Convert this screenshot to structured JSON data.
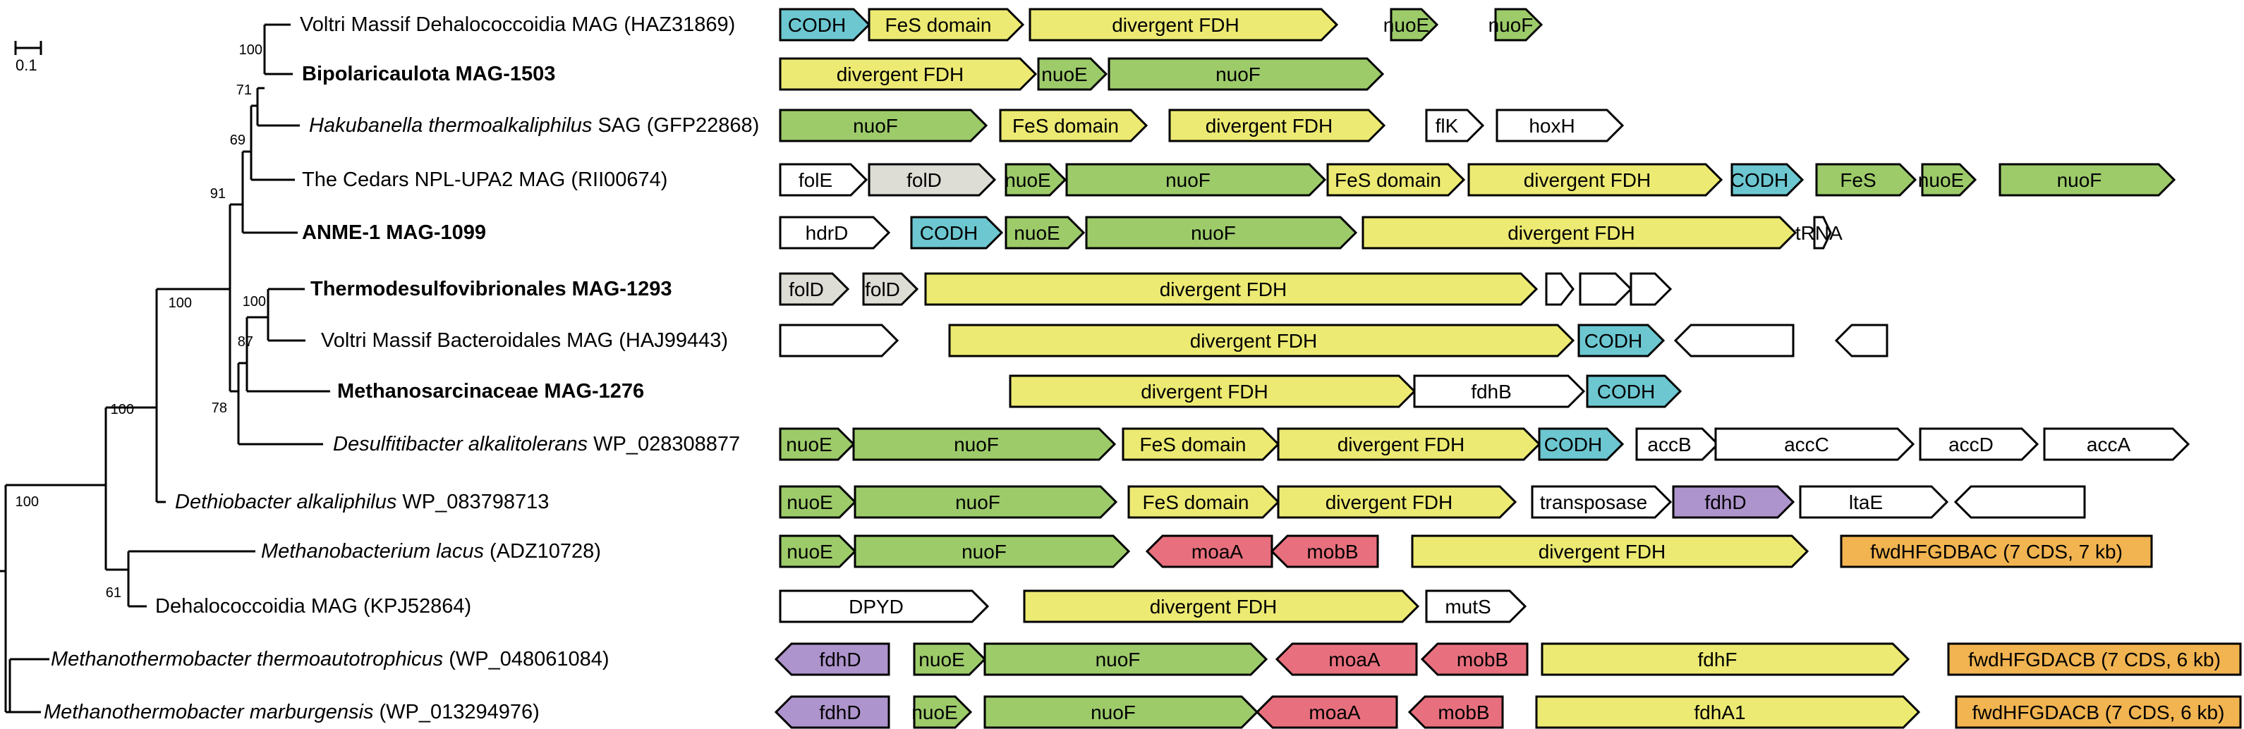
{
  "colors": {
    "CODH": "#6cc7d1",
    "fes": "#ecea72",
    "fdh": "#ecea72",
    "nuo": "#9dcb6a",
    "fol": "#dddcd5",
    "moa": "#e8707e",
    "fdhD": "#ae94cc",
    "fwd": "#f1b451",
    "none": "#ffffff"
  },
  "scale_bar": {
    "label": "0.1"
  },
  "taxa": [
    {
      "parts": [
        {
          "t": "Voltri Massif Dehalococcoidia MAG (HAZ31869)",
          "s": "n"
        }
      ]
    },
    {
      "parts": [
        {
          "t": "Bipolaricaulota MAG-1503",
          "s": "b"
        }
      ]
    },
    {
      "parts": [
        {
          "t": "Hakubanella thermoalkaliphilus",
          "s": "i"
        },
        {
          "t": " SAG (GFP22868)",
          "s": "n"
        }
      ]
    },
    {
      "parts": [
        {
          "t": "The Cedars NPL-UPA2 MAG (RII00674)",
          "s": "n"
        }
      ]
    },
    {
      "parts": [
        {
          "t": "ANME-1 MAG-1099",
          "s": "b"
        }
      ]
    },
    {
      "parts": [
        {
          "t": "Thermodesulfovibrionales MAG-1293",
          "s": "b"
        }
      ]
    },
    {
      "parts": [
        {
          "t": "Voltri Massif Bacteroidales MAG (HAJ99443)",
          "s": "n"
        }
      ]
    },
    {
      "parts": [
        {
          "t": "Methanosarcinaceae MAG-1276",
          "s": "b"
        }
      ]
    },
    {
      "parts": [
        {
          "t": "Desulfitibacter alkalitolerans",
          "s": "i"
        },
        {
          "t": " WP_028308877",
          "s": "n"
        }
      ]
    },
    {
      "parts": [
        {
          "t": "Dethiobacter alkaliphilus",
          "s": "i"
        },
        {
          "t": " WP_083798713",
          "s": "n"
        }
      ]
    },
    {
      "parts": [
        {
          "t": "Methanobacterium lacus",
          "s": "i"
        },
        {
          "t": " (ADZ10728)",
          "s": "n"
        }
      ]
    },
    {
      "parts": [
        {
          "t": "Dehalococcoidia MAG (KPJ52864)",
          "s": "n"
        }
      ]
    },
    {
      "parts": [
        {
          "t": "Methanothermobacter thermoautotrophicus",
          "s": "i"
        },
        {
          "t": " (WP_048061084)",
          "s": "n"
        }
      ]
    },
    {
      "parts": [
        {
          "t": "Methanothermobacter marburgensis",
          "s": "i"
        },
        {
          "t": " (WP_013294976)",
          "s": "n"
        }
      ]
    }
  ],
  "bootstrap": [
    "100",
    "71",
    "69",
    "91",
    "100",
    "87",
    "78",
    "100",
    "100",
    "61",
    "100"
  ],
  "gene_rows": [
    [
      {
        "l": "CODH",
        "c": "CODH"
      },
      {
        "l": "FeS domain",
        "c": "fes"
      },
      {
        "l": "divergent FDH",
        "c": "fdh"
      },
      {
        "l": "nuoE",
        "c": "nuo"
      },
      {
        "l": "nuoF",
        "c": "nuo"
      }
    ],
    [
      {
        "l": "divergent FDH",
        "c": "fdh"
      },
      {
        "l": "nuoE",
        "c": "nuo"
      },
      {
        "l": "nuoF",
        "c": "nuo"
      }
    ],
    [
      {
        "l": "nuoF",
        "c": "nuo"
      },
      {
        "l": "FeS domain",
        "c": "fes"
      },
      {
        "l": "divergent FDH",
        "c": "fdh"
      },
      {
        "l": "flK",
        "c": "none"
      },
      {
        "l": "hoxH",
        "c": "none"
      }
    ],
    [
      {
        "l": "folE",
        "c": "none"
      },
      {
        "l": "folD",
        "c": "fol"
      },
      {
        "l": "nuoE",
        "c": "nuo"
      },
      {
        "l": "nuoF",
        "c": "nuo"
      },
      {
        "l": "FeS domain",
        "c": "fes"
      },
      {
        "l": "divergent FDH",
        "c": "fdh"
      },
      {
        "l": "CODH",
        "c": "CODH"
      },
      {
        "l": "FeS",
        "c": "nuo"
      },
      {
        "l": "nuoE",
        "c": "nuo"
      },
      {
        "l": "nuoF",
        "c": "nuo"
      }
    ],
    [
      {
        "l": "hdrD",
        "c": "none"
      },
      {
        "l": "CODH",
        "c": "CODH"
      },
      {
        "l": "nuoE",
        "c": "nuo"
      },
      {
        "l": "nuoF",
        "c": "nuo"
      },
      {
        "l": "divergent FDH",
        "c": "fdh"
      },
      {
        "l": "tRNA",
        "c": "none"
      }
    ],
    [
      {
        "l": "folD",
        "c": "fol"
      },
      {
        "l": "folD",
        "c": "fol"
      },
      {
        "l": "divergent FDH",
        "c": "fdh"
      },
      {
        "l": "",
        "c": "none"
      },
      {
        "l": "",
        "c": "none"
      },
      {
        "l": "",
        "c": "none"
      }
    ],
    [
      {
        "l": "",
        "c": "none"
      },
      {
        "l": "divergent FDH",
        "c": "fdh"
      },
      {
        "l": "CODH",
        "c": "CODH"
      },
      {
        "l": "",
        "c": "none"
      },
      {
        "l": "",
        "c": "none"
      }
    ],
    [
      {
        "l": "divergent FDH",
        "c": "fdh"
      },
      {
        "l": "fdhB",
        "c": "none"
      },
      {
        "l": "CODH",
        "c": "CODH"
      }
    ],
    [
      {
        "l": "nuoE",
        "c": "nuo"
      },
      {
        "l": "nuoF",
        "c": "nuo"
      },
      {
        "l": "FeS domain",
        "c": "fes"
      },
      {
        "l": "divergent FDH",
        "c": "fdh"
      },
      {
        "l": "CODH",
        "c": "CODH"
      },
      {
        "l": "accB",
        "c": "none"
      },
      {
        "l": "accC",
        "c": "none"
      },
      {
        "l": "accD",
        "c": "none"
      },
      {
        "l": "accA",
        "c": "none"
      }
    ],
    [
      {
        "l": "nuoE",
        "c": "nuo"
      },
      {
        "l": "nuoF",
        "c": "nuo"
      },
      {
        "l": "FeS domain",
        "c": "fes"
      },
      {
        "l": "divergent FDH",
        "c": "fdh"
      },
      {
        "l": "transposase",
        "c": "none"
      },
      {
        "l": "fdhD",
        "c": "fdhD"
      },
      {
        "l": "ltaE",
        "c": "none"
      },
      {
        "l": "",
        "c": "none"
      }
    ],
    [
      {
        "l": "nuoE",
        "c": "nuo"
      },
      {
        "l": "nuoF",
        "c": "nuo"
      },
      {
        "l": "moaA",
        "c": "moa"
      },
      {
        "l": "mobB",
        "c": "moa"
      },
      {
        "l": "divergent FDH",
        "c": "fdh"
      },
      {
        "l": "fwdHFGDBAC (7 CDS, 7 kb)",
        "c": "fwd"
      }
    ],
    [
      {
        "l": "DPYD",
        "c": "none"
      },
      {
        "l": "divergent FDH",
        "c": "fdh"
      },
      {
        "l": "mutS",
        "c": "none"
      }
    ],
    [
      {
        "l": "fdhD",
        "c": "fdhD"
      },
      {
        "l": "nuoE",
        "c": "nuo"
      },
      {
        "l": "nuoF",
        "c": "nuo"
      },
      {
        "l": "moaA",
        "c": "moa"
      },
      {
        "l": "mobB",
        "c": "moa"
      },
      {
        "l": "fdhF",
        "c": "fdh"
      },
      {
        "l": "fwdHFGDACB (7 CDS, 6 kb)",
        "c": "fwd"
      }
    ],
    [
      {
        "l": "fdhD",
        "c": "fdhD"
      },
      {
        "l": "nuoE",
        "c": "nuo"
      },
      {
        "l": "nuoF",
        "c": "nuo"
      },
      {
        "l": "moaA",
        "c": "moa"
      },
      {
        "l": "mobB",
        "c": "moa"
      },
      {
        "l": "fdhA1",
        "c": "fdh"
      },
      {
        "l": "fwdHFGDACB (7 CDS, 6 kb)",
        "c": "fwd"
      }
    ]
  ]
}
